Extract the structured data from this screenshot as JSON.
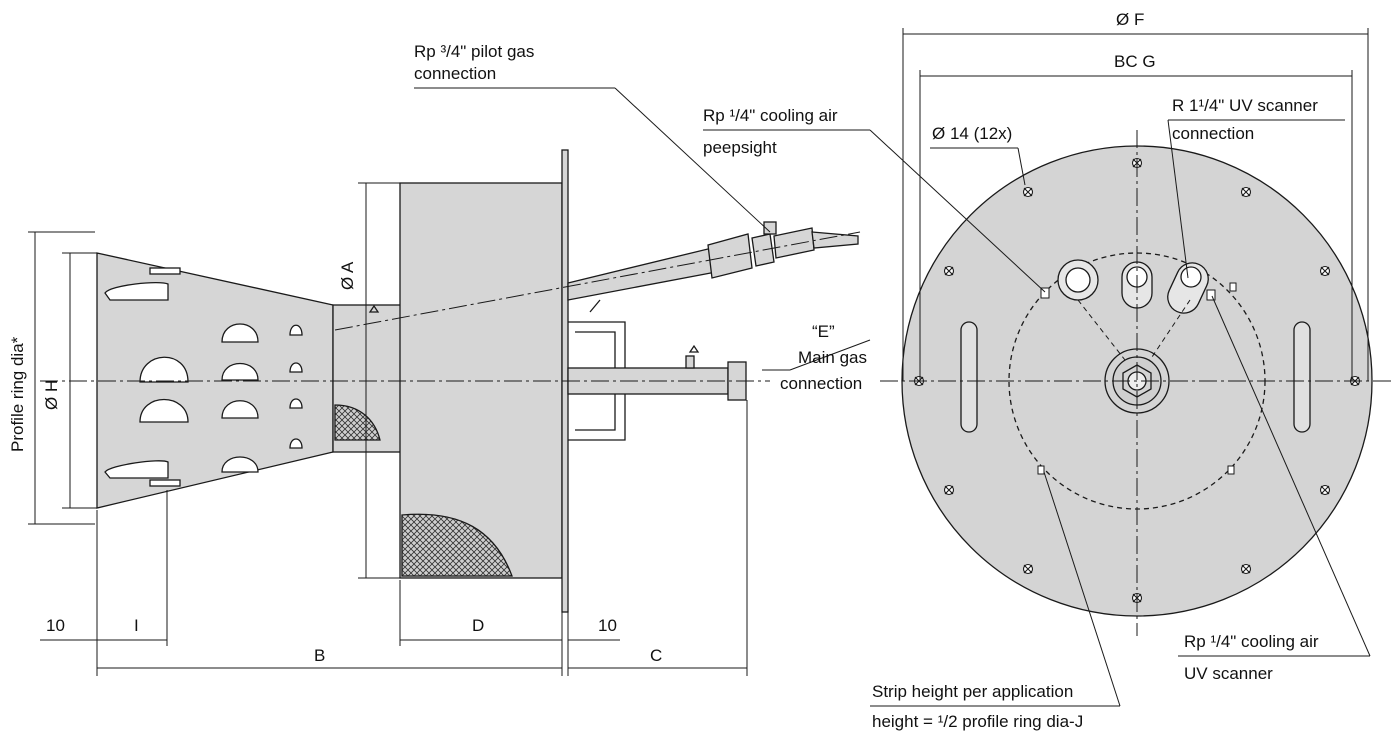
{
  "labels": {
    "pilot_gas_line1": "Rp ³/4\" pilot gas",
    "pilot_gas_line2": "connection",
    "cooling_air_peepsight_line1": "Rp ¹/4\" cooling air",
    "cooling_air_peepsight_line2": "peepsight",
    "hole_spec": "Ø 14 (12x)",
    "uv_scanner_conn_line1": "R 1¹/4\"  UV scanner",
    "uv_scanner_conn_line2": "connection",
    "main_gas_line0": "“E”",
    "main_gas_line1": "Main gas",
    "main_gas_line2": "connection",
    "cooling_air_uv_line1": "Rp ¹/4\" cooling air",
    "cooling_air_uv_line2": "UV scanner",
    "strip_line1": "Strip height per application",
    "strip_line2": "height = ¹/2 profile ring dia-J",
    "profile_ring": "Profile ring dia*"
  },
  "dimensions": {
    "F": "Ø F",
    "G": "BC G",
    "A": "Ø A",
    "H": "Ø H",
    "B": "B",
    "C": "C",
    "D": "D",
    "I": "I",
    "ten_left": "10",
    "ten_right": "10"
  },
  "colors": {
    "fill": "#d4d4d4",
    "line": "#1a1a1a",
    "background": "#ffffff"
  }
}
